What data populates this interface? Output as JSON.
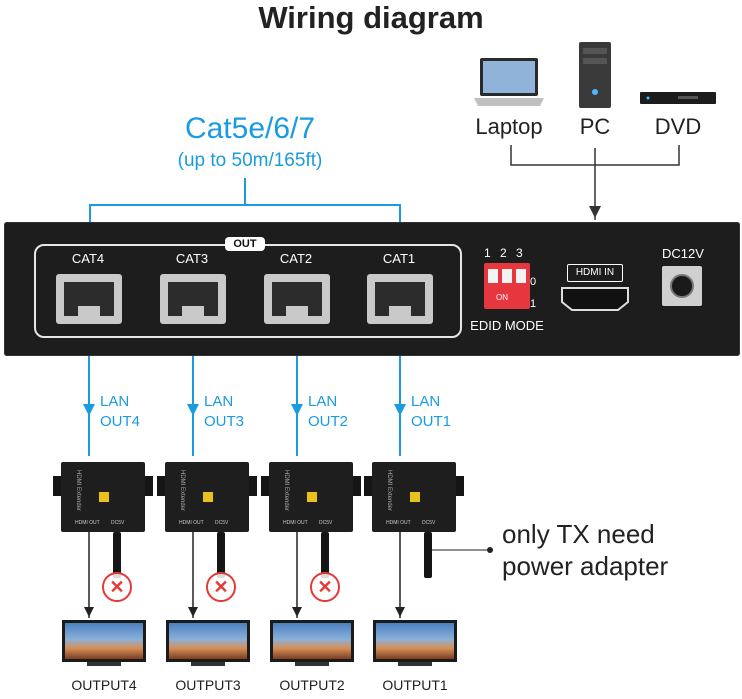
{
  "title": "Wiring diagram",
  "cable": {
    "type": "Cat5e/6/7",
    "range": "(up to 50m/165ft)"
  },
  "sources": [
    {
      "label": "Laptop",
      "icon": "laptop-icon"
    },
    {
      "label": "PC",
      "icon": "pc-tower-icon"
    },
    {
      "label": "DVD",
      "icon": "dvd-player-icon"
    }
  ],
  "splitter": {
    "out_tag": "OUT",
    "ports": [
      "CAT4",
      "CAT3",
      "CAT2",
      "CAT1"
    ],
    "dip_numbers": [
      "1",
      "2",
      "3"
    ],
    "dip_state_0": "0",
    "dip_state_1": "1",
    "dip_on": "ON",
    "edid_label": "EDID MODE",
    "hdmi_in_label": "HDMI IN",
    "dc_label": "DC12V"
  },
  "lan_outputs": [
    {
      "line1": "LAN",
      "line2": "OUT4"
    },
    {
      "line1": "LAN",
      "line2": "OUT3"
    },
    {
      "line1": "LAN",
      "line2": "OUT2"
    },
    {
      "line1": "LAN",
      "line2": "OUT1"
    }
  ],
  "extender": {
    "name": "HDMI Extender",
    "hdmi_out": "HDMI OUT",
    "dc": "DC5V"
  },
  "outputs": [
    "OUTPUT4",
    "OUTPUT3",
    "OUTPUT2",
    "OUTPUT1"
  ],
  "note": {
    "line1": "only TX need",
    "line2": "power adapter"
  },
  "colors": {
    "cable_line": "#1a9be0",
    "panel": "#1d1d1d",
    "no_power": "#e53935",
    "dip_switch": "#e5373d"
  }
}
